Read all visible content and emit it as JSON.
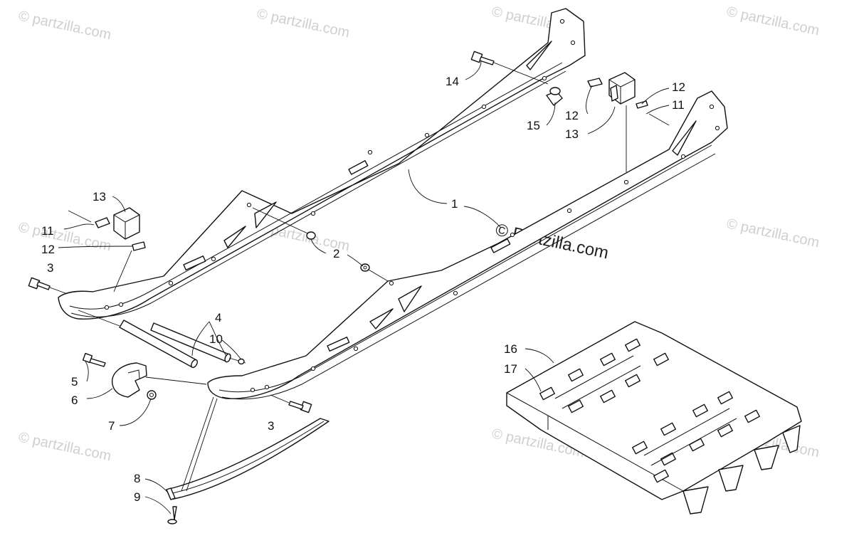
{
  "watermark": {
    "text": "© partzilla.com",
    "main_text": "© Partzilla.com"
  },
  "callouts": [
    {
      "id": "c1",
      "label": "1"
    },
    {
      "id": "c2",
      "label": "2"
    },
    {
      "id": "c3a",
      "label": "3"
    },
    {
      "id": "c3b",
      "label": "3"
    },
    {
      "id": "c4",
      "label": "4"
    },
    {
      "id": "c5",
      "label": "5"
    },
    {
      "id": "c6",
      "label": "6"
    },
    {
      "id": "c7",
      "label": "7"
    },
    {
      "id": "c8",
      "label": "8"
    },
    {
      "id": "c9",
      "label": "9"
    },
    {
      "id": "c10",
      "label": "10"
    },
    {
      "id": "c11a",
      "label": "11"
    },
    {
      "id": "c11b",
      "label": "11"
    },
    {
      "id": "c12a",
      "label": "12"
    },
    {
      "id": "c12b",
      "label": "12"
    },
    {
      "id": "c12c",
      "label": "12"
    },
    {
      "id": "c13a",
      "label": "13"
    },
    {
      "id": "c13b",
      "label": "13"
    },
    {
      "id": "c14",
      "label": "14"
    },
    {
      "id": "c15",
      "label": "15"
    },
    {
      "id": "c16",
      "label": "16"
    },
    {
      "id": "c17",
      "label": "17"
    }
  ]
}
